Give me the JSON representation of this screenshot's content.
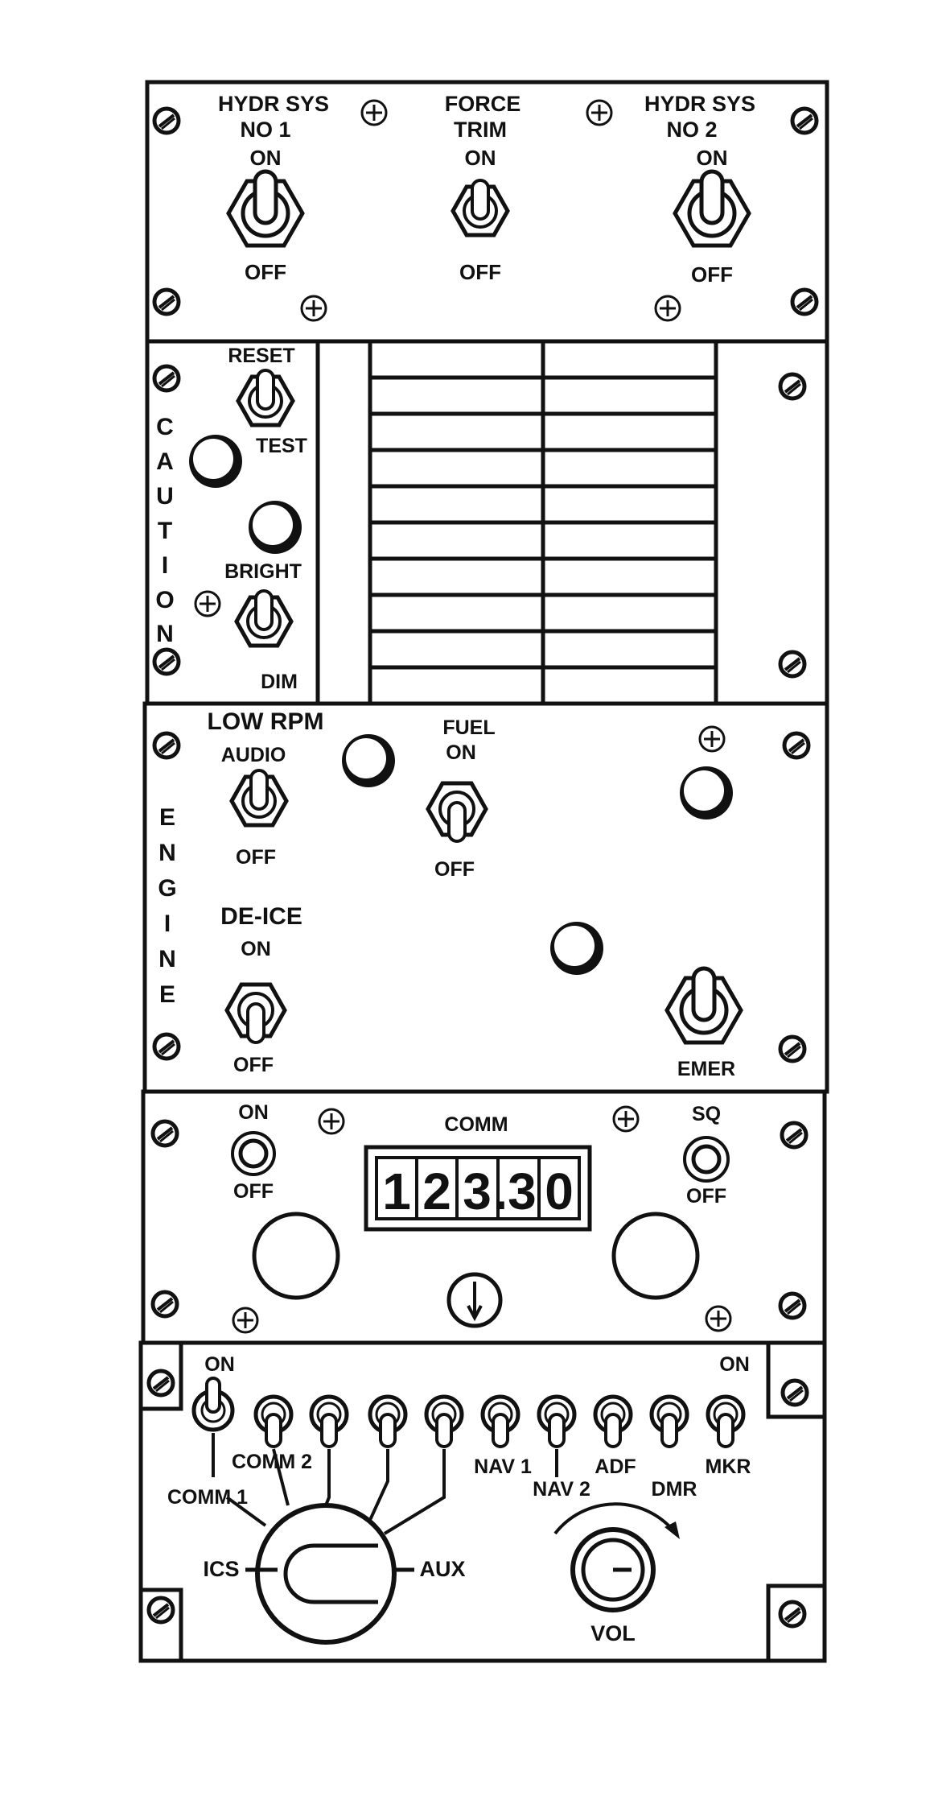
{
  "hydraulics": {
    "sys1_title_line1": "HYDR SYS",
    "sys1_title_line2": "NO 1",
    "sys1_on": "ON",
    "sys1_off": "OFF",
    "force_trim_line1": "FORCE",
    "force_trim_line2": "TRIM",
    "force_trim_on": "ON",
    "force_trim_off": "OFF",
    "sys2_title_line1": "HYDR SYS",
    "sys2_title_line2": "NO 2",
    "sys2_on": "ON",
    "sys2_off": "OFF"
  },
  "caution": {
    "side_label": [
      "C",
      "A",
      "U",
      "T",
      "I",
      "O",
      "N"
    ],
    "reset": "RESET",
    "test": "TEST",
    "bright": "BRIGHT",
    "dim": "DIM"
  },
  "engine": {
    "side_label": [
      "E",
      "N",
      "G",
      "I",
      "N",
      "E"
    ],
    "low_rpm": "LOW RPM",
    "audio": "AUDIO",
    "audio_off": "OFF",
    "fuel": "FUEL",
    "fuel_on": "ON",
    "fuel_off": "OFF",
    "de_ice": "DE-ICE",
    "de_ice_on": "ON",
    "de_ice_off": "OFF",
    "emer": "EMER"
  },
  "comm": {
    "title": "COMM",
    "power_on": "ON",
    "power_off": "OFF",
    "sq": "SQ",
    "sq_off": "OFF",
    "frequency_digits": [
      "1",
      "2",
      "3",
      ".3",
      "0"
    ]
  },
  "audio_panel": {
    "on_left": "ON",
    "on_right": "ON",
    "comm1": "COMM 1",
    "comm2": "COMM 2",
    "nav1": "NAV 1",
    "nav2": "NAV 2",
    "adf": "ADF",
    "dmr": "DMR",
    "mkr": "MKR",
    "ics": "ICS",
    "aux": "AUX",
    "vol": "VOL"
  }
}
